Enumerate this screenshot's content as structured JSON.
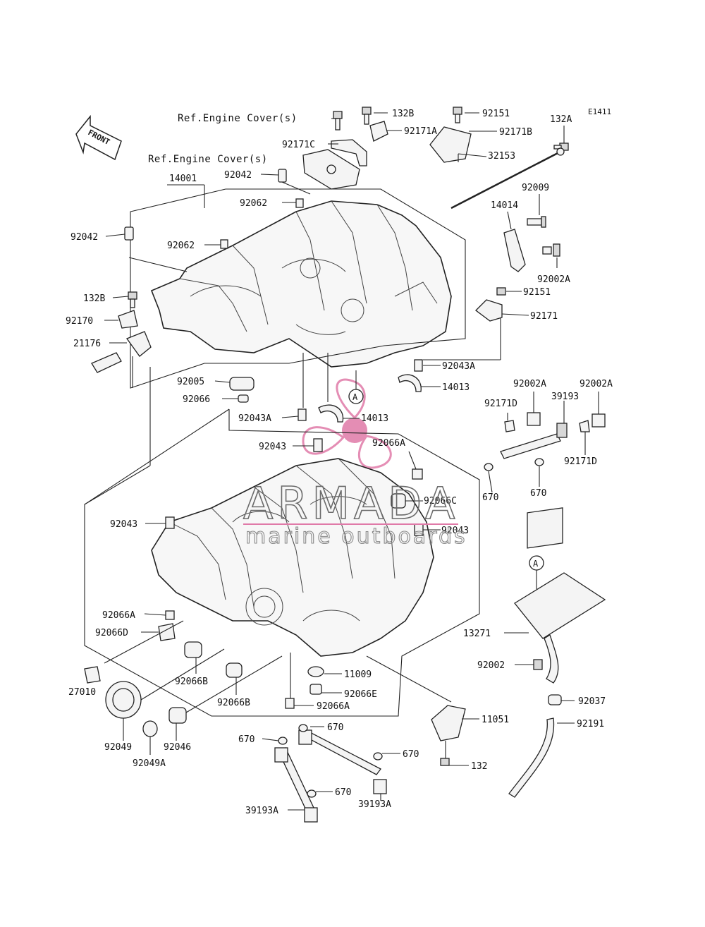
{
  "diagram": {
    "code": "E1411",
    "front_label": "FRONT",
    "refs": {
      "engine_cover_1": "Ref.Engine Cover(s)",
      "engine_cover_2": "Ref.Engine Cover(s)"
    },
    "callout_a_top": "A",
    "callout_a_right": "A"
  },
  "watermark": {
    "brand": "ARMADA",
    "tagline": "marine outboards",
    "logo_color": "#e07aa8"
  },
  "parts": {
    "p132b_top": "132B",
    "p92151_top": "92151",
    "p132a": "132A",
    "p92171a": "92171A",
    "p92171b": "92171B",
    "p92171c": "92171C",
    "p32153": "32153",
    "p92042_top": "92042",
    "p14001": "14001",
    "p92062_a": "92062",
    "p92062_b": "92062",
    "p92042_left": "92042",
    "p92009": "92009",
    "p14014": "14014",
    "p92002a_top": "92002A",
    "p92151_mid": "92151",
    "p92171": "92171",
    "p132b_left": "132B",
    "p92170": "92170",
    "p21176": "21176",
    "p92043a_right": "92043A",
    "p14013_right": "14013",
    "p92005": "92005",
    "p92066": "92066",
    "p92043a_left": "92043A",
    "p14013_mid": "14013",
    "p92002a_r1": "92002A",
    "p92002a_r2": "92002A",
    "p39193": "39193",
    "p92171d_l": "92171D",
    "p92171d_r": "92171D",
    "p670_a": "670",
    "p670_b": "670",
    "p92043_top": "92043",
    "p92066a_top": "92066A",
    "p92066c": "92066C",
    "p92043_left": "92043",
    "p92043_right": "92043",
    "p13271": "13271",
    "p92002": "92002",
    "p92037": "92037",
    "p92191": "92191",
    "p92066a_left": "92066A",
    "p92066d": "92066D",
    "p27010": "27010",
    "p92066b_l": "92066B",
    "p92066b_r": "92066B",
    "p11009": "11009",
    "p92066e": "92066E",
    "p92066a_bot": "92066A",
    "p11051": "11051",
    "p92049": "92049",
    "p92046": "92046",
    "p92049a": "92049A",
    "p670_c": "670",
    "p670_d": "670",
    "p670_e": "670",
    "p670_f": "670",
    "p132": "132",
    "p39193a_l": "39193A",
    "p39193a_r": "39193A"
  }
}
